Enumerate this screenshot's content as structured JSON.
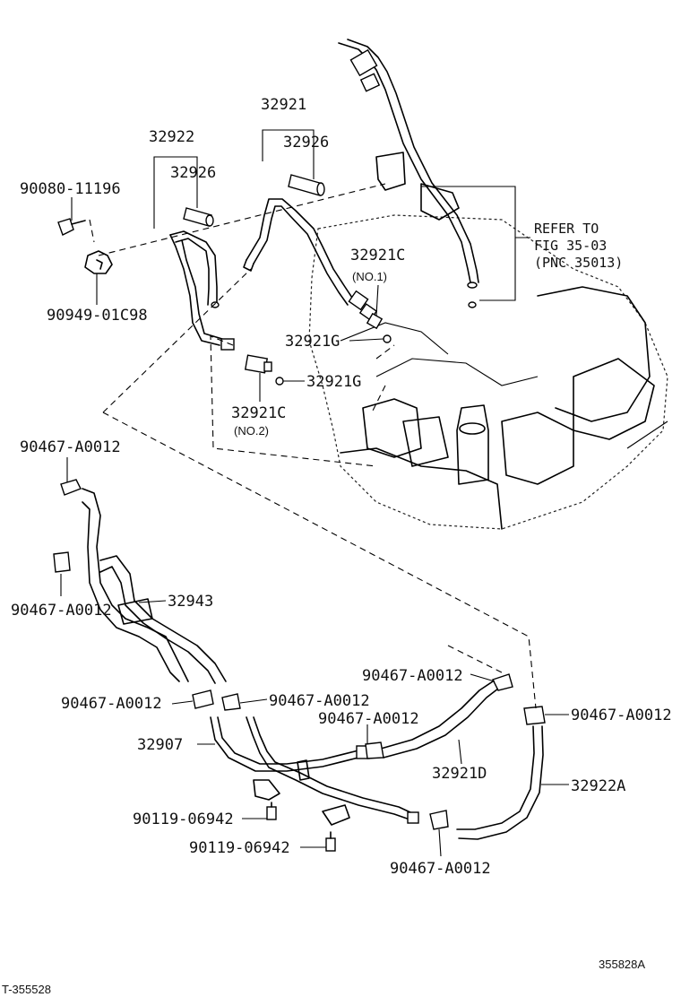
{
  "labels": {
    "p32921": "32921",
    "p32922": "32922",
    "p32926_a": "32926",
    "p32926_b": "32926",
    "p90080": "90080-11196",
    "p90949": "90949-01C98",
    "p32921C_1": "32921C",
    "no1": "(NO.1)",
    "p32921G_1": "32921G",
    "p32921G_2": "32921G",
    "p32921C_2": "32921C",
    "no2": "(NO.2)",
    "refer1": "REFER TO",
    "refer2": "FIG 35-03",
    "refer3": "(PNC 35013)",
    "clamp1": "90467-A0012",
    "clamp2": "90467-A0012",
    "p32943": "32943",
    "clamp3": "90467-A0012",
    "clamp4": "90467-A0012",
    "clamp5": "90467-A0012",
    "clamp6": "90467-A0012",
    "clamp7": "90467-A0012",
    "p32907": "32907",
    "p32921D": "32921D",
    "p32922A": "32922A",
    "bolt1": "90119-06942",
    "bolt2": "90119-06942",
    "clamp8": "90467-A0012",
    "code_right": "355828A",
    "code_left": "T-355528"
  }
}
